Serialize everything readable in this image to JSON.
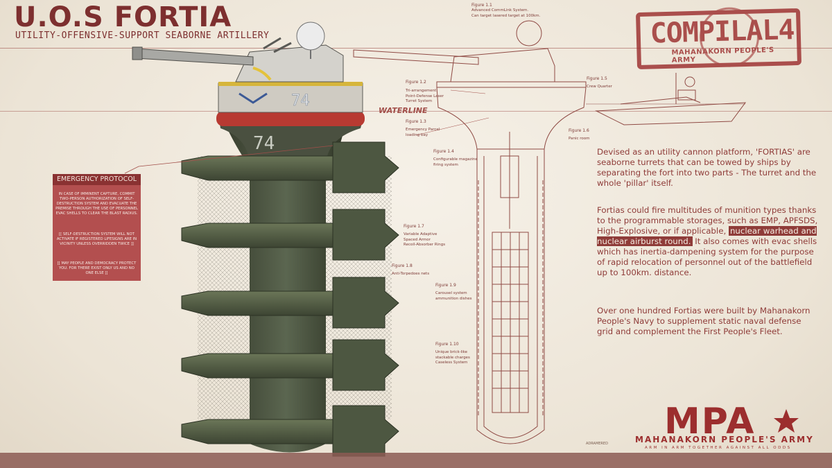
{
  "header": {
    "title": "U.O.S FORTIA",
    "subtitle": "UTILITY-OFFENSIVE-SUPPORT SEABORNE ARTILLERY"
  },
  "stamp": {
    "main": "COMPILAL4",
    "sub": "MAHANAKORN PEOPLE'S ARMY"
  },
  "hull_number": "74",
  "waterline_label": "WATERLINE",
  "figures": [
    {
      "id": "Figure 1.1",
      "text": [
        "Advanced CommLink System.",
        "Can target lasered target at 100km."
      ]
    },
    {
      "id": "Figure 1.2",
      "text": [
        "Tri-arrangement",
        "Point-Defense Laser",
        "Turret System"
      ]
    },
    {
      "id": "Figure 1.3",
      "text": [
        "Emergency Parcel",
        "loading bay"
      ]
    },
    {
      "id": "Figure 1.4",
      "text": [
        "Configurable magazine",
        "firing system"
      ]
    },
    {
      "id": "Figure 1.5",
      "text": [
        "Crew Quarter"
      ]
    },
    {
      "id": "Figure 1.6",
      "text": [
        "Panic room"
      ]
    },
    {
      "id": "Figure 1.7",
      "text": [
        "Variable Adaptive",
        "Spaced Armor",
        "Recoil-Absorber Rings"
      ]
    },
    {
      "id": "Figure 1.8",
      "text": [
        "Anti-Torpedoes nets"
      ]
    },
    {
      "id": "Figure 1.9",
      "text": [
        "Carousel system",
        "ammunition dishes"
      ]
    },
    {
      "id": "Figure 1.10",
      "text": [
        "Unique brick-like",
        "stackable charges",
        "Caseless System"
      ]
    }
  ],
  "emergency": {
    "heading": "EMERGENCY PROTOCOL",
    "p1": "IN CASE OF IMMINENT CAPTURE, COMMIT TWO-PERSON AUTHORIZATION OF SELF-DESTRUCTION SYSTEM AND EVACUATE THE PREMISE THROUGH THE USE OF PERSONNEL EVAC SHELLS TO CLEAR THE BLAST RADIUS.",
    "p2": "[[ SELF-DESTRUCTION SYSTEM WILL NOT ACTIVATE IF REGISTERED LIFESIGNS ARE IN VICINITY UNLESS OVERRIDDEN TWICE ]]",
    "p3": "[[ MAY PEOPLE AND DEMOCRACY PROTECT YOU. FOR THERE EXIST ONLY US AND NO ONE ELSE ]]"
  },
  "description": {
    "para1": "Devised as an utility cannon platform, 'FORTIAS' are seaborne turrets that can be towed by ships by separating the fort into two parts - The turret and the whole 'pillar' itself.",
    "para2_before": "Fortias could fire multitudes of munition types thanks to the programmable storages, such as EMP, APFSDS, High-Explosive, or if applicable,",
    "para2_highlight": "nuclear warhead and nuclear airburst round.",
    "para2_after": "It also comes with evac shells which has inertia-dampening system for the purpose of rapid relocation of personnel out of the battlefield up to 100km. distance.",
    "para3": "Over one hundred Fortias were built by Mahanakorn People's Navy to supplement static naval defense grid and complement the First People's Fleet."
  },
  "footer": {
    "logo": "MPA",
    "name": "MAHANAKORN PEOPLE'S ARMY",
    "motto": "ARM IN ARM TOGETHER AGAINST ALL ODDS",
    "signature": "ADRAMERED"
  },
  "colors": {
    "accent": "#9c2e2e",
    "text": "#8f3c39",
    "paper": "#efe8dd",
    "hull_green": "#556048",
    "band_red": "#c0392b",
    "turret_gray": "#c9c9c9"
  }
}
